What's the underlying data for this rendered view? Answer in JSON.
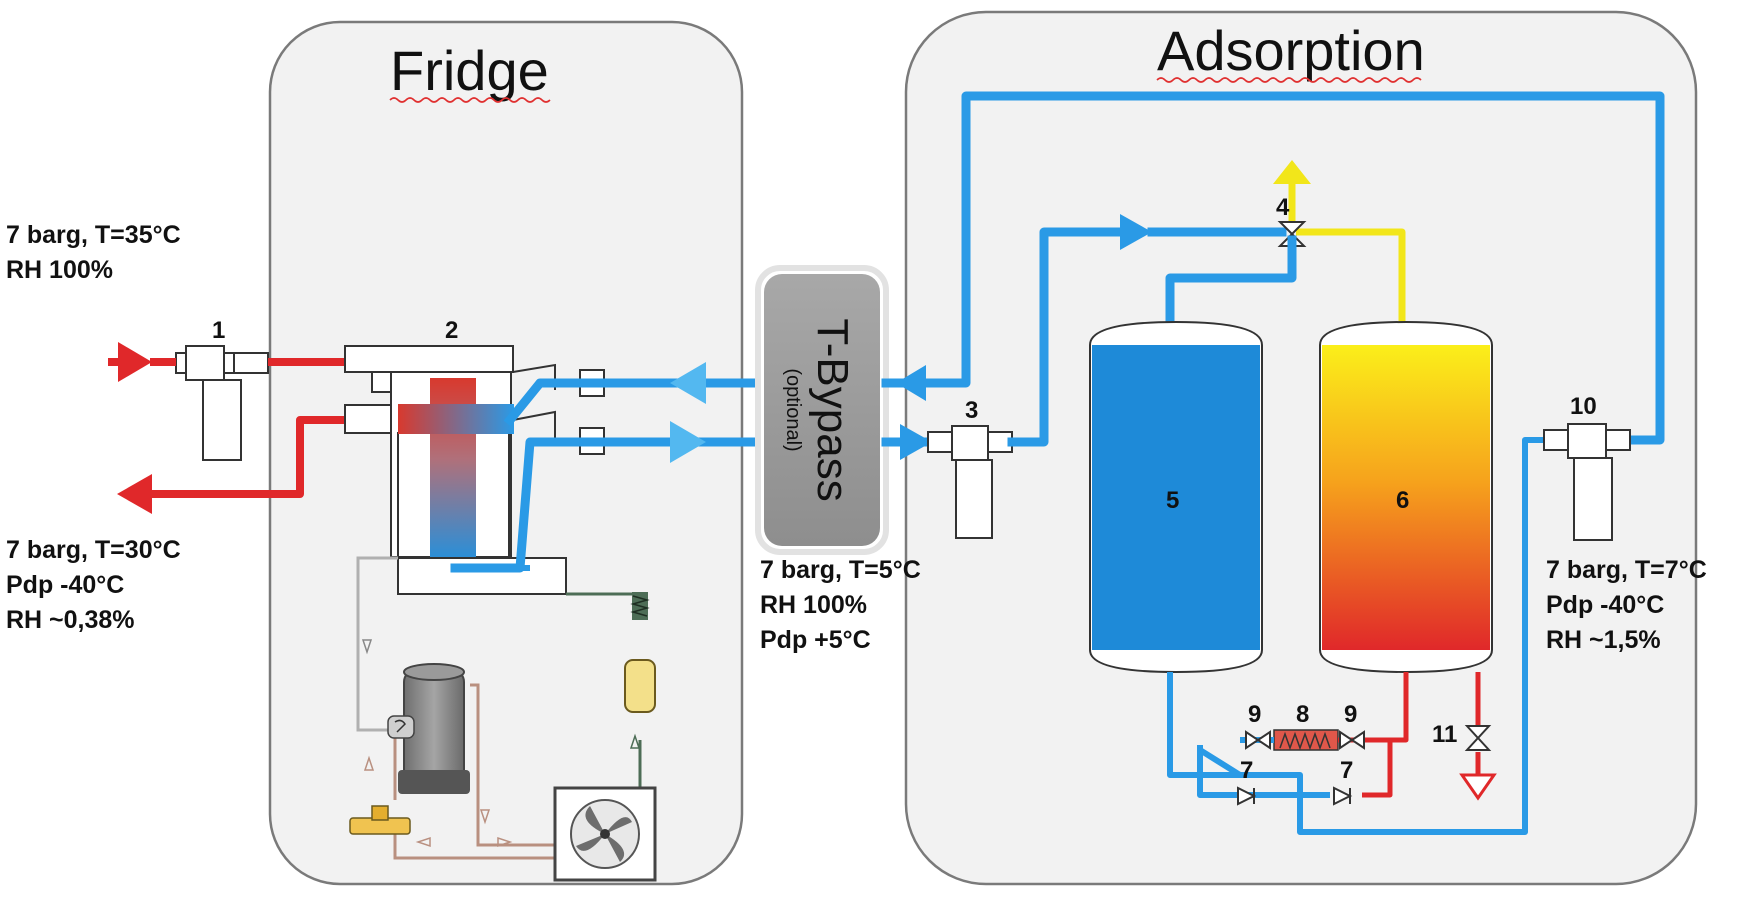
{
  "sections": {
    "fridge": "Fridge",
    "adsorption": "Adsorption"
  },
  "bypass": {
    "title": "T-Bypass",
    "subtitle": "(optional)"
  },
  "conditions": {
    "inlet": [
      "7 barg, T=35°C",
      "RH  100%"
    ],
    "outlet": [
      "7 barg, T=30°C",
      "Pdp -40°C",
      "RH  ~0,38%"
    ],
    "after_fridge": [
      "7 barg, T=5°C",
      "RH  100%",
      "Pdp +5°C"
    ],
    "after_adsorption": [
      "7 barg, T=7°C",
      "Pdp -40°C",
      "RH  ~1,5%"
    ]
  },
  "component_numbers": {
    "n1": "1",
    "n2": "2",
    "n3": "3",
    "n4": "4",
    "n5": "5",
    "n6": "6",
    "n7a": "7",
    "n7b": "7",
    "n8": "8",
    "n9a": "9",
    "n9b": "9",
    "n10": "10",
    "n11": "11"
  },
  "colors": {
    "wet_air": "#e0282a",
    "cold_air": "#2a9ae6",
    "regeneration": "#f2e61a",
    "panel_bg": "#f2f2f2"
  }
}
